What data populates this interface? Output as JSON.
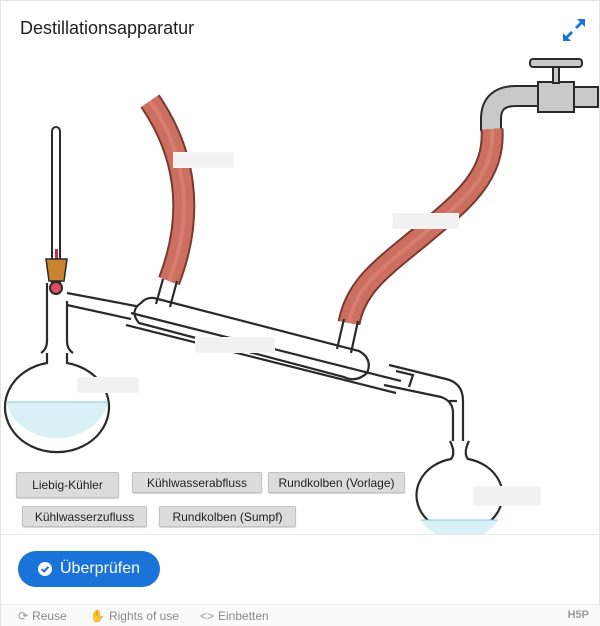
{
  "header": {
    "title": "Destillationsapparatur"
  },
  "draggables": [
    {
      "label": "Liebig-Kühler"
    },
    {
      "label": "Kühlwasserabfluss"
    },
    {
      "label": "Rundkolben (Vorlage)"
    },
    {
      "label": "Kühlwasserzufluss"
    },
    {
      "label": "Rundkolben (Sumpf)"
    }
  ],
  "actions": {
    "check_label": "Überprüfen"
  },
  "footer": {
    "reuse": "Reuse",
    "rights": "Rights of use",
    "embed": "Einbetten",
    "brand": "H5P"
  },
  "colors": {
    "accent": "#1a73d9",
    "hose": "#cd6f60",
    "water": "#d9f0f7",
    "glass_outline": "#2b2b2b"
  },
  "icons": {
    "fullscreen": "expand-arrows-icon",
    "check": "check-circle-icon",
    "reuse": "refresh-icon",
    "rights": "handshake-icon",
    "embed": "code-icon"
  }
}
